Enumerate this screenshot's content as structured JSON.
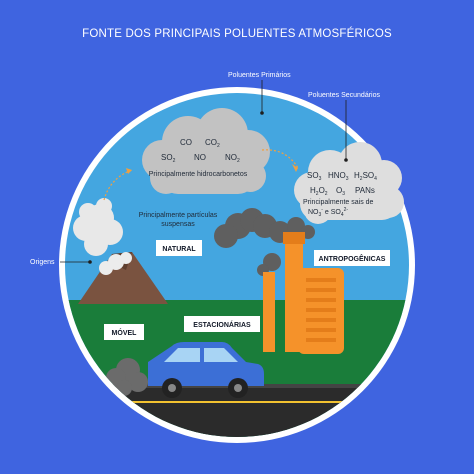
{
  "title": "FONTE DOS PRINCIPAIS POLUENTES ATMOSFÉRICOS",
  "callouts": {
    "primary": "Poluentes Primários",
    "secondary": "Poluentes Secundários",
    "origins": "Origens"
  },
  "primary_cloud": {
    "row1": [
      "CO",
      "CO"
    ],
    "row1_sub": [
      "",
      "2"
    ],
    "row2": [
      "SO",
      "NO",
      "NO"
    ],
    "row2_sub": [
      "2",
      "",
      "2"
    ],
    "caption": "Principalmente hidrocarbonetos"
  },
  "secondary_cloud": {
    "row1": [
      "SO",
      "HNO",
      "H",
      "SO"
    ],
    "row1_sub": [
      "3",
      "3",
      "2",
      "4"
    ],
    "row2": [
      "H",
      "O",
      "O",
      "PANs"
    ],
    "row2_sub": [
      "2",
      "2",
      "3",
      ""
    ],
    "line3": "Principalmente sais de",
    "line4a": "NO",
    "line4a_sub": "3",
    "line4a_sup": "-",
    "line4b": " e SO",
    "line4b_sub": "4",
    "line4b_sup": "2-"
  },
  "particles": {
    "line1": "Principalmente partículas",
    "line2": "suspensas"
  },
  "labels": {
    "natural": "NATURAL",
    "anthropogenic": "ANTROPOGÊNICAS",
    "mobile": "MÓVEL",
    "stationary": "ESTACIONÁRIAS"
  },
  "colors": {
    "background": "#3f64e0",
    "sky": "#44a6e0",
    "grass": "#1a7d3a",
    "road": "#2b2b2b",
    "car": "#3c6fd6",
    "factory": "#f5922a",
    "volcano": "#7a5340",
    "cloud": "#bdbdbd",
    "smoke": "#5f5f5f"
  }
}
